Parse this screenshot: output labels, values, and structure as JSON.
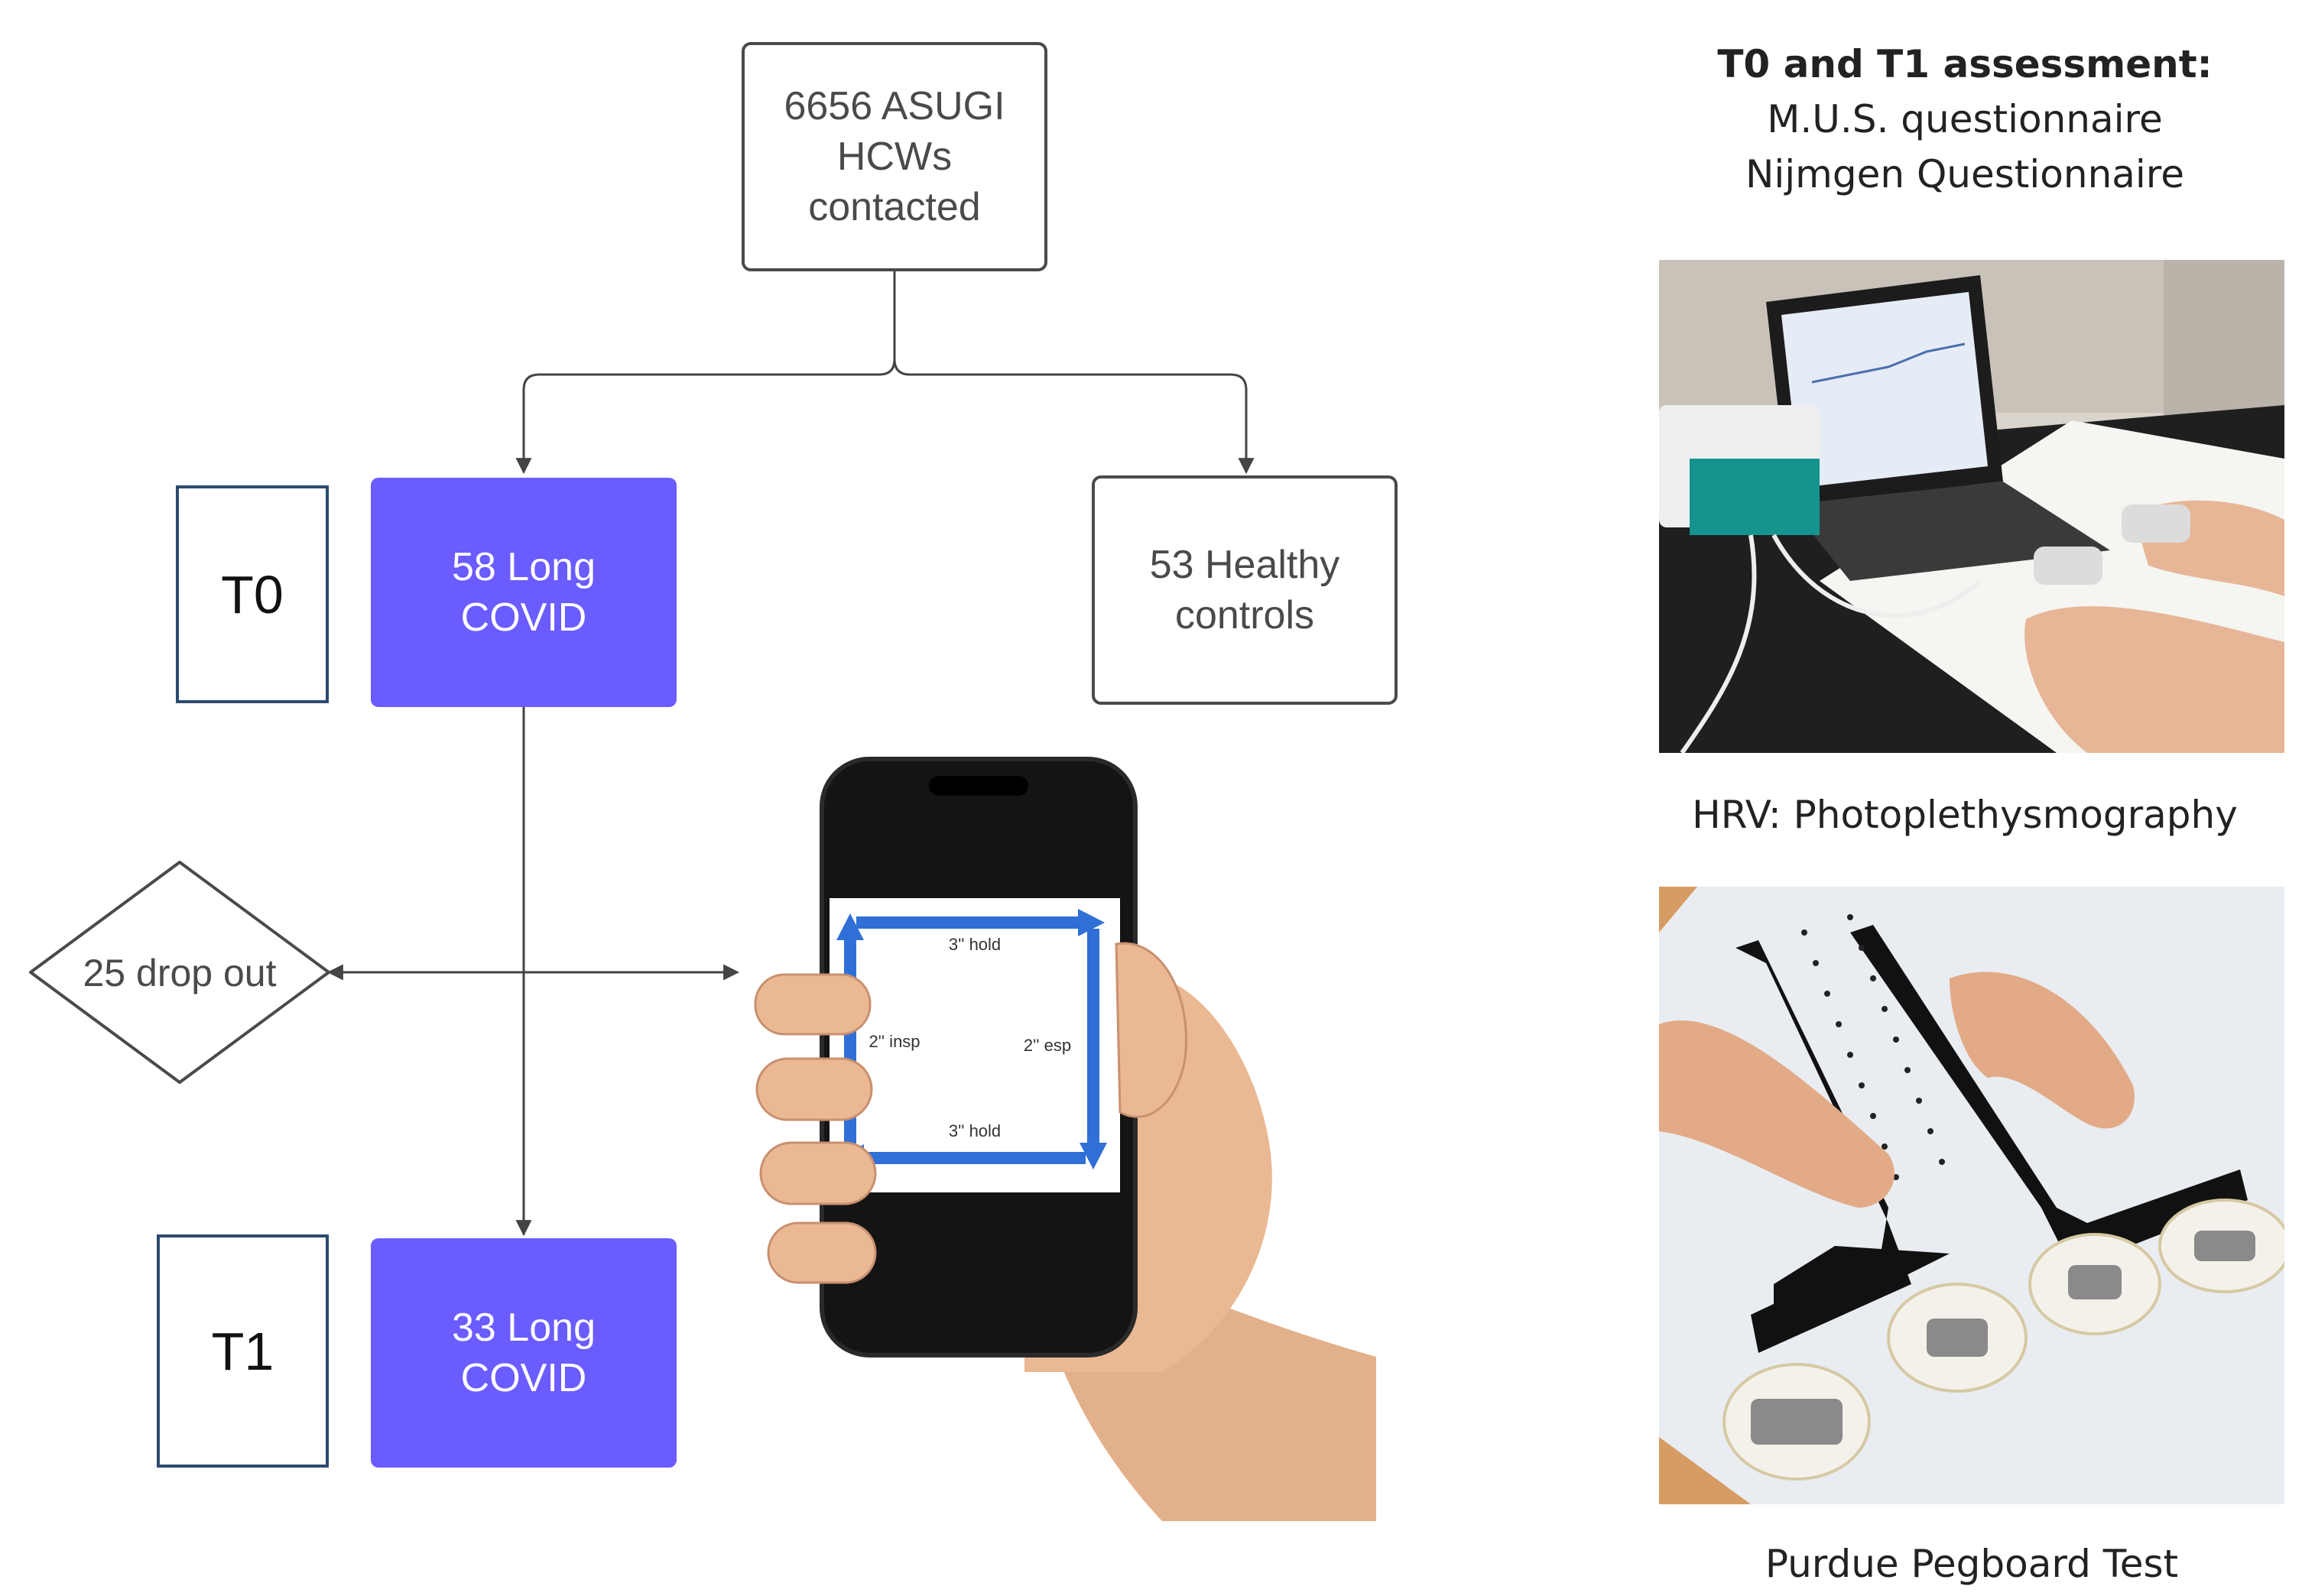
{
  "flowchart": {
    "contacted": "6656 ASUGI\nHCWs\ncontacted",
    "long_covid_t0": "58 Long\nCOVID",
    "healthy_controls": "53 Healthy\ncontrols",
    "drop_out": "25 drop out",
    "long_covid_t1": "33 Long\nCOVID",
    "t0_label": "T0",
    "t1_label": "T1"
  },
  "phone_screen": {
    "top": "3'' hold",
    "left": "2'' insp",
    "right": "2'' esp",
    "bottom": "3'' hold"
  },
  "assessment": {
    "title": "T0 and T1 assessment:",
    "line1": "M.U.S. questionnaire",
    "line2": "Nijmgen Questionnaire"
  },
  "captions": {
    "hrv": "HRV: Photoplethysmography",
    "purdue": "Purdue Pegboard Test"
  },
  "colors": {
    "purple_box": "#6a5cff",
    "box_border": "#4a4a4a",
    "time_box_border": "#2c4a6e",
    "arrow_blue": "#2f6fd6"
  }
}
